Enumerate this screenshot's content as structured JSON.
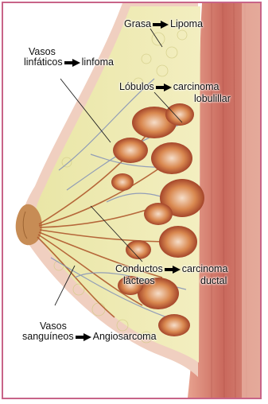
{
  "labels": {
    "grasa": "Grasa",
    "lipoma": "Lipoma",
    "vasos_linfaticos_1": "Vasos",
    "vasos_linfaticos_2": "linfáticos",
    "linfoma": "linfoma",
    "lobulos": "Lóbulos",
    "carcinoma_lob_1": "carcinoma",
    "carcinoma_lob_2": "lobulillar",
    "conductos_1": "Conductos",
    "conductos_2": "lácteos",
    "carcinoma_duc_1": "carcinoma",
    "carcinoma_duc_2": "ductal",
    "vasos_sang_1": "Vasos",
    "vasos_sang_2": "sanguíneos",
    "angiosarcoma": "Angiosarcoma"
  },
  "colors": {
    "frame": "#c86488",
    "skin": "#f0cfc0",
    "fat": "#f1ecae",
    "muscle": "#cf7a6e",
    "lobule": "#c9693a"
  }
}
